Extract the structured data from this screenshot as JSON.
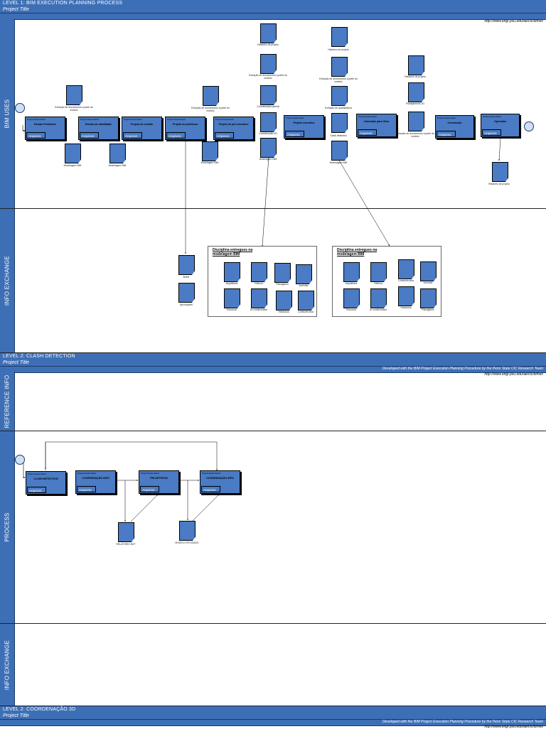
{
  "level1": {
    "title": "LEVEL 1: BIM EXECUTION PLANNING PROCESS",
    "project": "Project Title"
  },
  "level2a": {
    "title": "LEVEL 2: CLASH DETECTION",
    "project": "Project Title"
  },
  "level2b": {
    "title": "LEVEL 2: COORDENAÇÃO 3D",
    "project": "Project Title"
  },
  "developed": "Developed with the BIM Project Execution Planning Procedure by the Penn State CIC Research Team",
  "url": "http://www.engr.psu.edu/ae/cic/bimex",
  "lanes": {
    "bim_uses": "BIM USES",
    "info_exchange": "INFO EXCHANGE",
    "reference": "REFERENCE INFO",
    "process": "PROCESS"
  },
  "proc_resp": "Projeto Esponsável",
  "files_label": "Arquivos",
  "processes": [
    "Estudo Preliminar",
    "Estudo de viabilidade",
    "Projeto de revisão",
    "Projeto de prefeitura",
    "Projeto de pré-executivo",
    "Projeto executivo",
    "Liberação para Obra",
    "Construção",
    "Operação"
  ],
  "docs_top": [
    "Relatório de projeto",
    "Extração de documentos a partir do modelo",
    "Coordenação parcial",
    "Coordenação 3D",
    "Modelagem BIM",
    "Histórico do projeto",
    "Extração de documentos a partir do modelo",
    "Extração de quantitativos",
    "Clash detection",
    "Modelagem BIM",
    "Relatório de projeto",
    "Planejamento 4D",
    "Extração de documentos a partir do modelo",
    "Extração de documentos a partir do modelo",
    "Modelagem BIM",
    "Modelagem BIM",
    "Extração de documentos a partir do modelo",
    "Modelagem BIM",
    "Relatório de projeto"
  ],
  "info_left": [
    "Briefs",
    "Aprovações"
  ],
  "group1": {
    "title": "Disciplina entregues na modelagem BIM",
    "items": [
      "Arquitetura",
      "Elétrica",
      "Paisagismo",
      "Incêndio",
      "Estrutura",
      "Ar condicionado",
      "Hidráulica",
      "Luminotécnica"
    ]
  },
  "group2": {
    "title": "Disciplina entregues na modelagem BIM",
    "items": [
      "Arquitetura",
      "Elétrica",
      "Luminotécnica",
      "Incêndio",
      "Estrutura",
      "Ar condicionado",
      "Hidráulica",
      "Paisagismo"
    ]
  },
  "clash": {
    "processes": [
      "CLASH DETECTION",
      "COORDENAÇÃO INFO",
      "PROJETISTAS",
      "COORDENAÇÃO INFO"
    ],
    "docs": [
      "RELATÓRIO BCF",
      "MODELO REVISADO"
    ]
  }
}
